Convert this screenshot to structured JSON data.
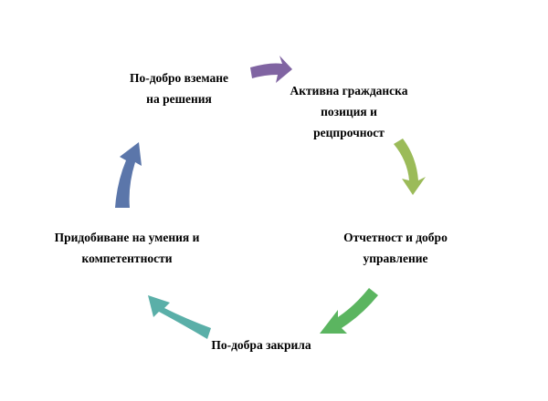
{
  "diagram": {
    "type": "cycle",
    "nodes": [
      {
        "lines": [
          "Активна гражданска",
          "позиция и",
          "рецпрочност"
        ]
      },
      {
        "lines": [
          "Отчетност и добро",
          "управление"
        ]
      },
      {
        "lines": [
          "По-добра закрила"
        ]
      },
      {
        "lines": [
          "Придобиване на умения и",
          "компетентности"
        ]
      },
      {
        "lines": [
          "По-добро вземане",
          "на решения"
        ]
      }
    ],
    "arrow_colors": [
      "#8064A2",
      "#9BBB59",
      "#5BB560",
      "#5AAFA8",
      "#5B76AA"
    ]
  }
}
